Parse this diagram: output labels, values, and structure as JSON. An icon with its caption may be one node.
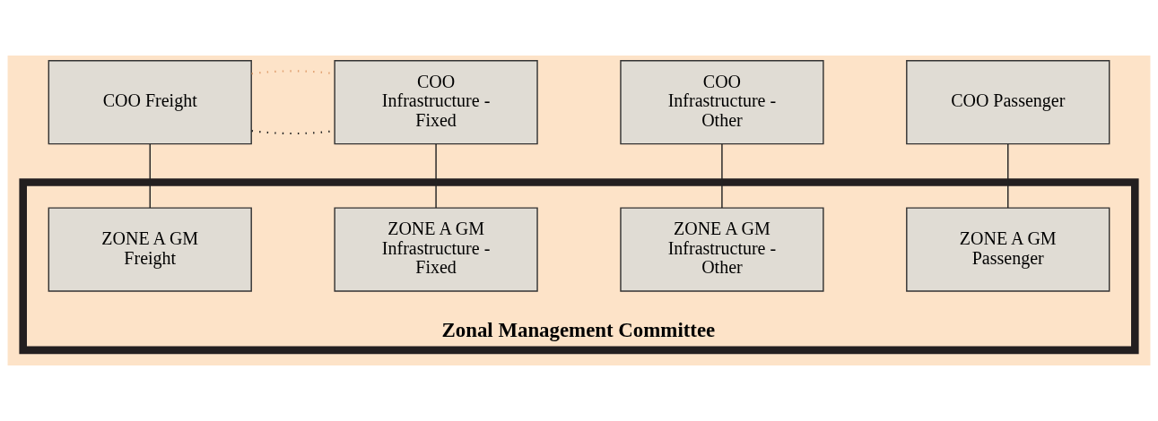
{
  "diagram": {
    "nodes": [
      {
        "text": [
          "COO Freight"
        ]
      },
      {
        "text": [
          "COO Infrastructure - Fixed"
        ]
      },
      {
        "text": [
          "COO Infrastructure - Other"
        ]
      },
      {
        "text": [
          "COO Passenger"
        ]
      },
      {
        "text": [
          "Zonal Management Committee"
        ]
      },
      {
        "text": [
          "ZONE A GM Freight"
        ],
        "in": 4
      },
      {
        "text": [
          "ZONE A GM Infrastructure - Fixed"
        ],
        "in": 4
      },
      {
        "text": [
          "ZONE A GM Infrastructure - Other"
        ],
        "in": 4
      },
      {
        "text": [
          "ZONE A GM Passenger"
        ],
        "in": 4
      }
    ],
    "edges": [
      {
        "from": 0,
        "to": 1,
        "arrow": "none",
        "style": "dashed"
      },
      {
        "from": 0,
        "to": 1,
        "arrow": "none",
        "style": "dashed",
        "color": "#e0a070"
      },
      {
        "from": 0,
        "to": 5,
        "arrow": "none"
      },
      {
        "from": 1,
        "to": 6,
        "arrow": "none"
      },
      {
        "from": 2,
        "to": 7,
        "arrow": "none"
      },
      {
        "from": 3,
        "to": 8,
        "arrow": "none"
      }
    ]
  }
}
